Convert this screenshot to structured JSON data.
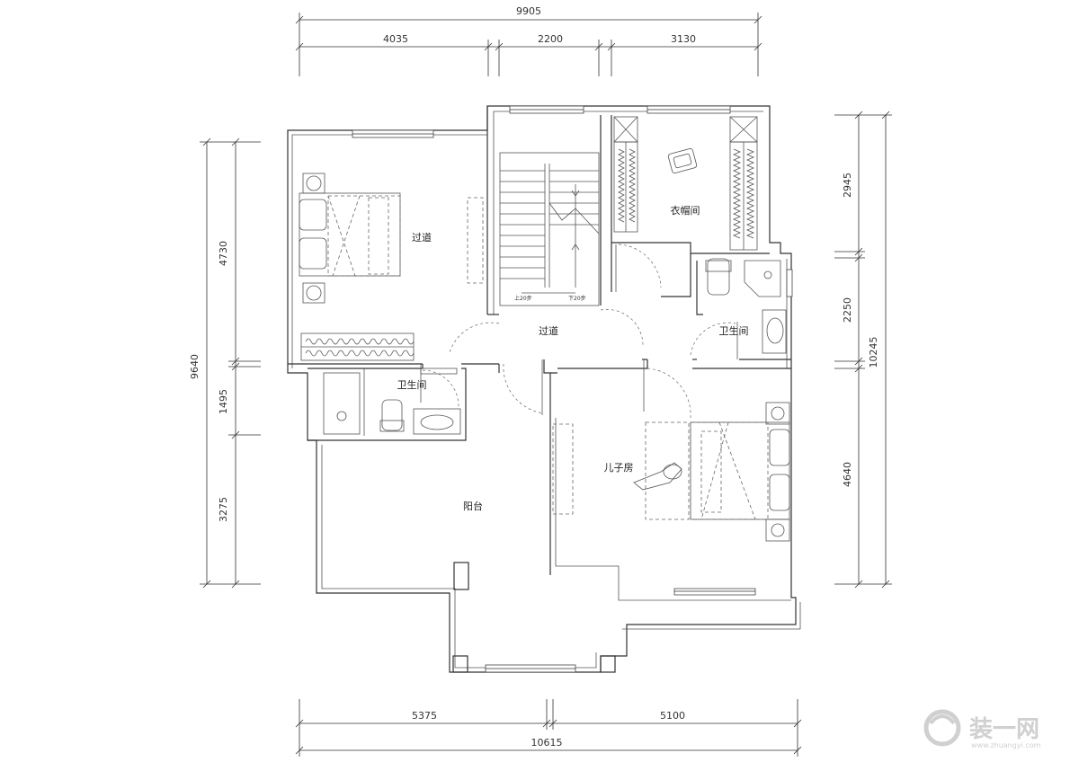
{
  "plan": {
    "rooms": {
      "left_bedroom": "过道",
      "hall": "过道",
      "cloakroom": "衣帽间",
      "bath_right": "卫生间",
      "bath_left": "卫生间",
      "son_room": "儿子房",
      "balcony": "阳台"
    },
    "stair": {
      "up": "上20步",
      "down": "下20步"
    },
    "dimensions": {
      "top_total": "9905",
      "top_segments": [
        "4035",
        "2200",
        "3130"
      ],
      "bottom_total": "10615",
      "bottom_segments": [
        "5375",
        "5100"
      ],
      "left_total": "9640",
      "left_segments": [
        "4730",
        "1495",
        "3275"
      ],
      "right_total": "10245",
      "right_segments": [
        "2945",
        "2250",
        "4640"
      ]
    }
  },
  "watermark": {
    "main": "装一网",
    "sub": "www.zhuangyi.com"
  },
  "colors": {
    "line": "#333333",
    "watermark": "#d0d0d0"
  }
}
